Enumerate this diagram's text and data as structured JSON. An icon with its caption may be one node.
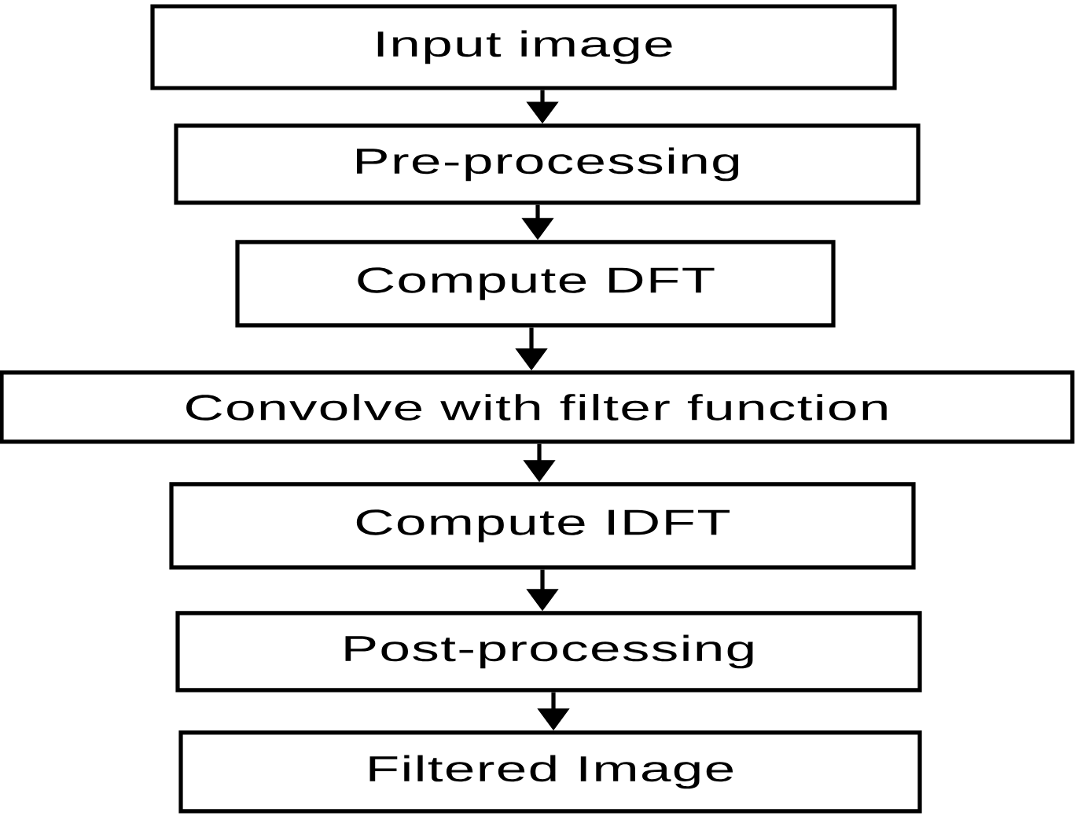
{
  "diagram": {
    "nodes": [
      {
        "text": [
          "Input image"
        ]
      },
      {
        "text": [
          "Pre-processing"
        ]
      },
      {
        "text": [
          "Compute DFT"
        ]
      },
      {
        "text": [
          "Convolve with filter function"
        ]
      },
      {
        "text": [
          "Compute IDFT"
        ]
      },
      {
        "text": [
          "Post-processing"
        ]
      },
      {
        "text": [
          "Filtered Image"
        ]
      }
    ],
    "edges": [
      {
        "from": 0,
        "to": 1,
        "arrow": "to"
      },
      {
        "from": 1,
        "to": 2,
        "arrow": "to"
      },
      {
        "from": 2,
        "to": 3,
        "arrow": "to"
      },
      {
        "from": 3,
        "to": 4,
        "arrow": "to"
      },
      {
        "from": 4,
        "to": 5,
        "arrow": "to"
      },
      {
        "from": 5,
        "to": 6,
        "arrow": "to"
      }
    ]
  }
}
